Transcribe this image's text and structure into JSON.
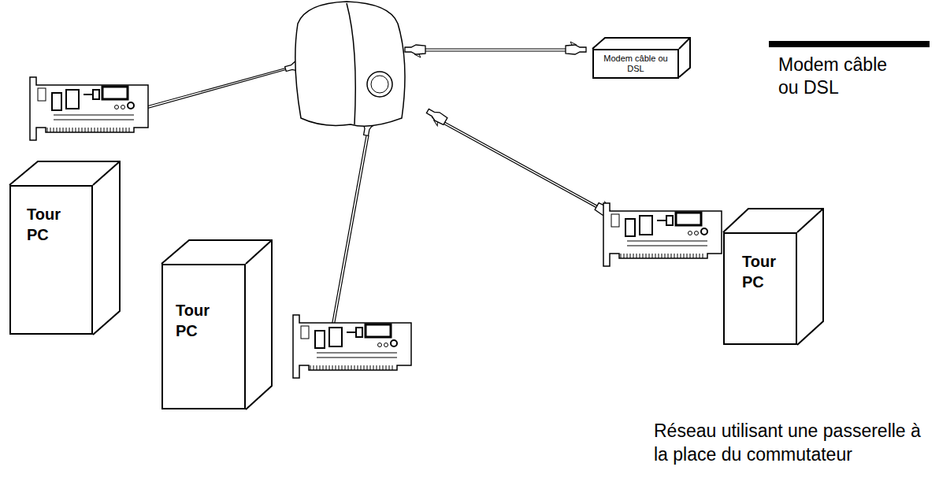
{
  "diagram": {
    "caption": "Réseau utilisant une passerelle à la place du commutateur",
    "nodes": [
      {
        "text": [
          "Modem câble ou DSL"
        ]
      },
      {
        "text": [
          "Tour PC"
        ]
      },
      {
        "text": [
          "Tour PC"
        ]
      },
      {
        "text": [
          "Tour PC"
        ]
      }
    ],
    "labels": [
      "Modem câble ou DSL"
    ]
  }
}
